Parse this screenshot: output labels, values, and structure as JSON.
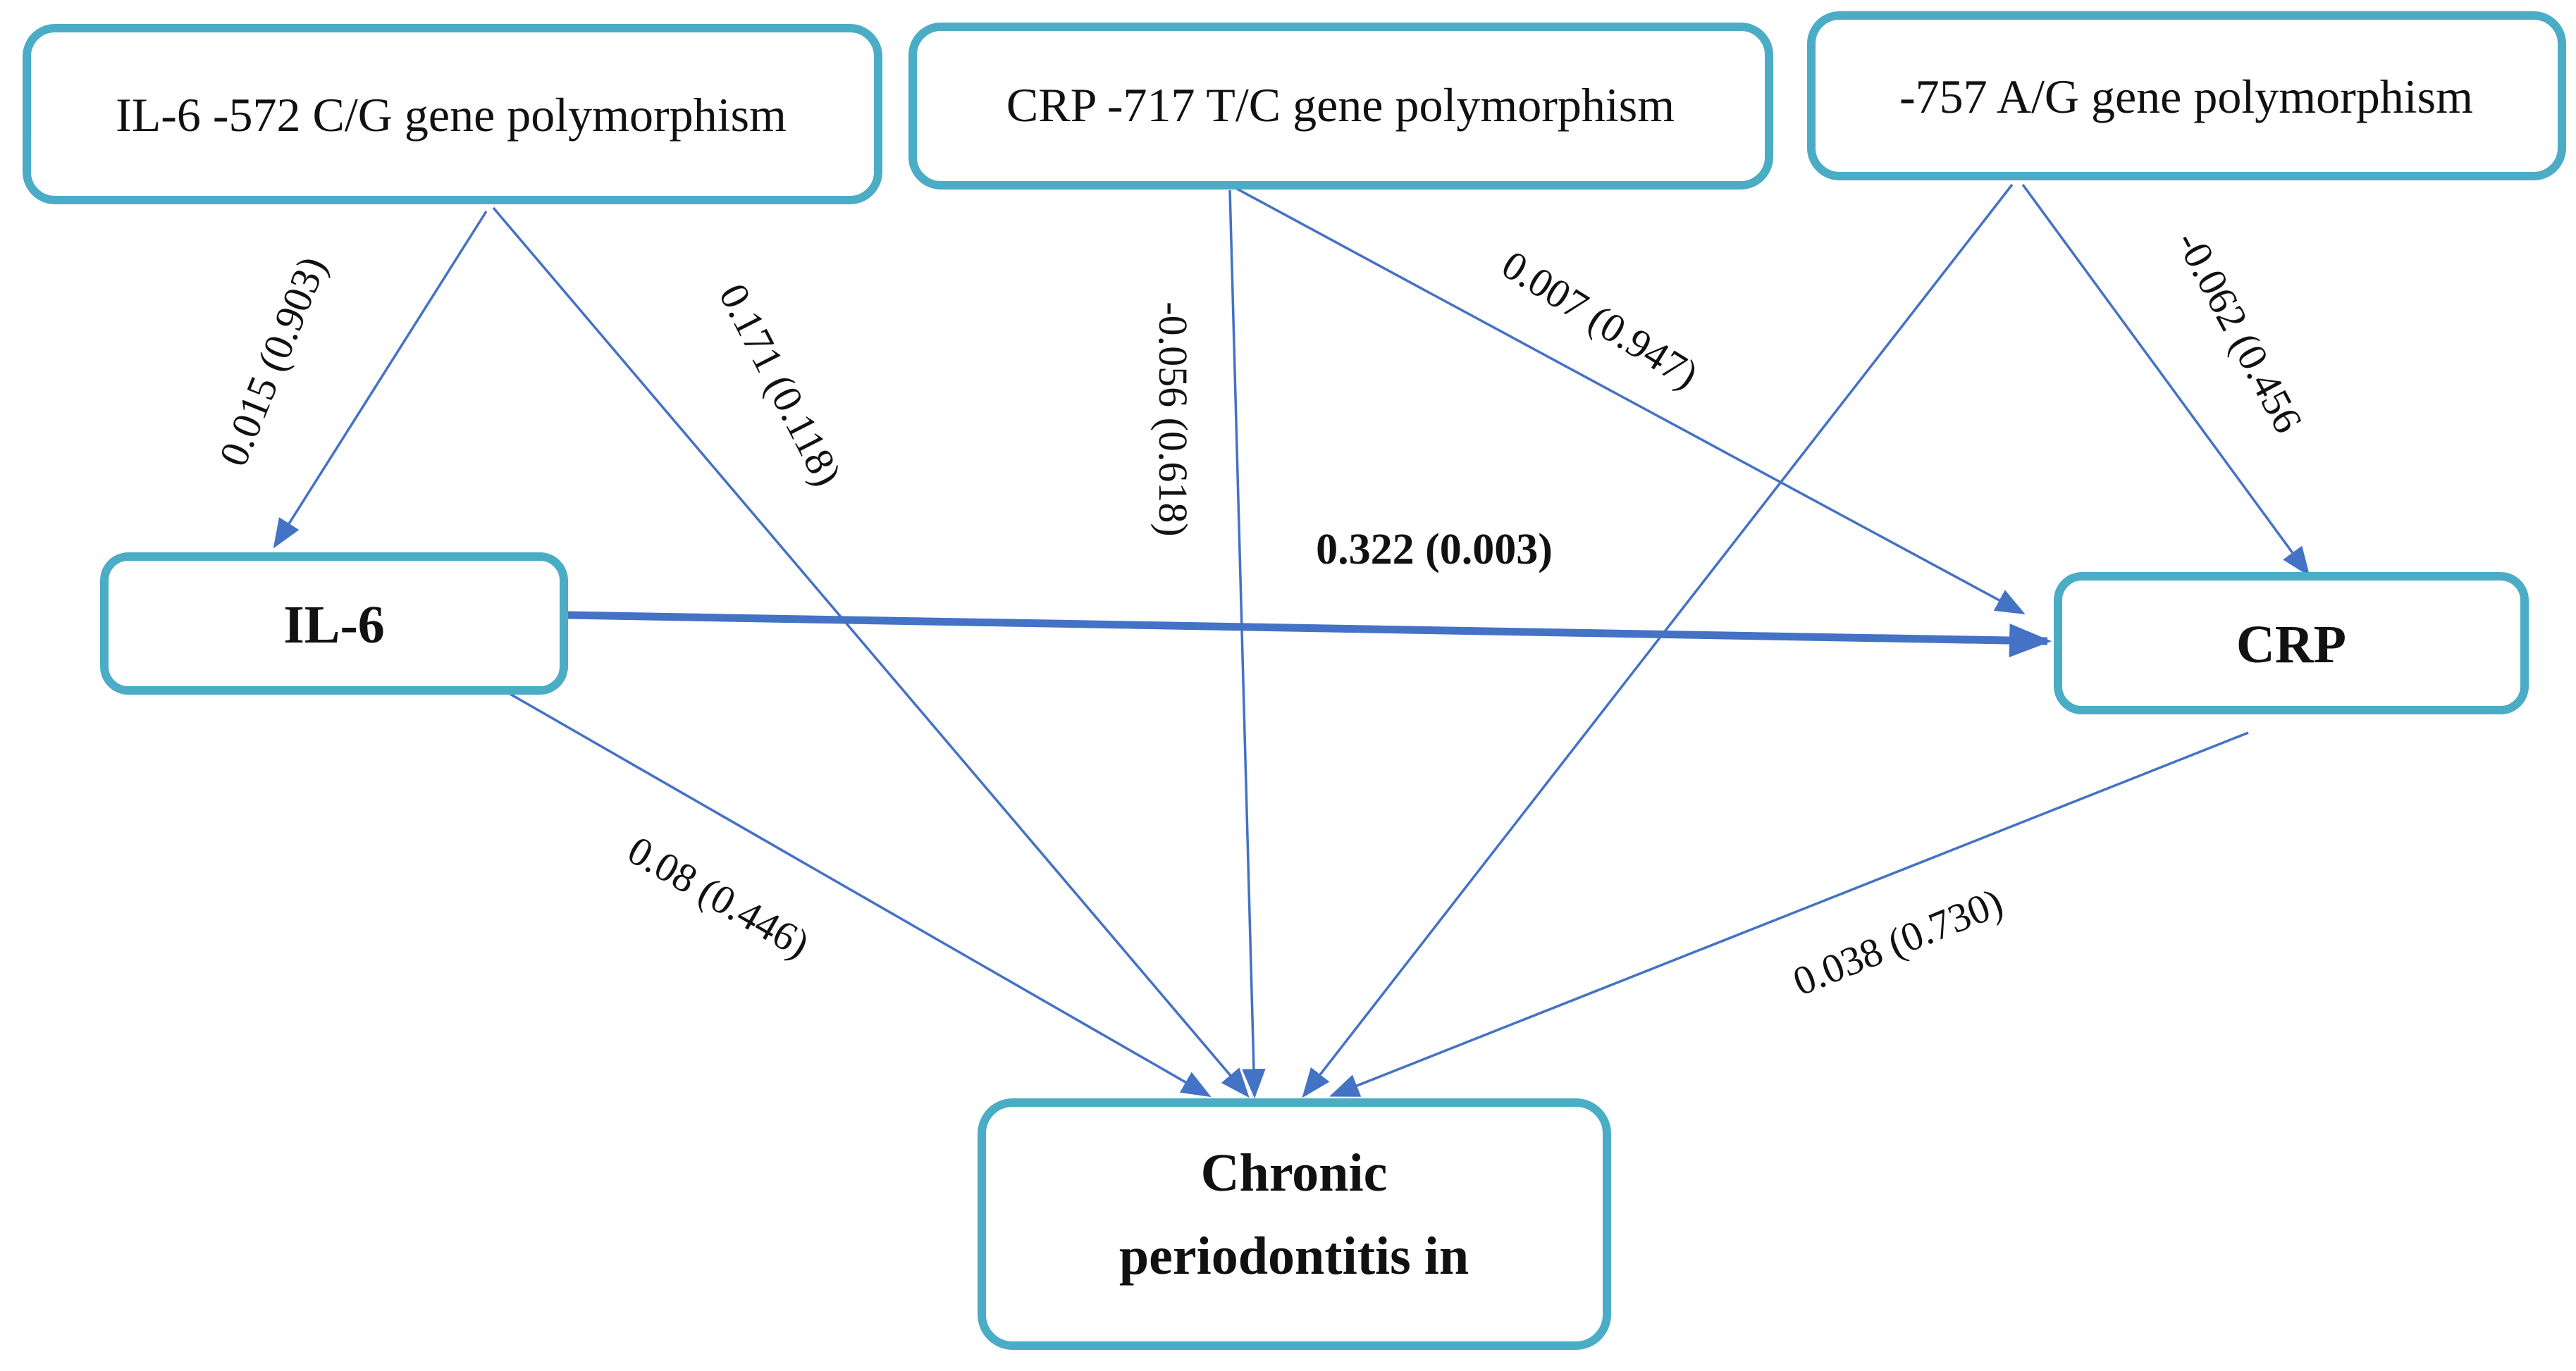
{
  "nodes": {
    "il6_gene": "IL-6 -572 C/G gene polymorphism",
    "crp_gene": "CRP -717 T/C gene polymorphism",
    "ag_gene": "-757 A/G gene polymorphism",
    "il6": "IL-6",
    "crp": "CRP",
    "outcome_line1": "Chronic",
    "outcome_line2": "periodontitis in"
  },
  "edges": {
    "il6gene_to_il6": "0.015 (0.903)",
    "il6gene_to_outcome": "0.171 (0.118)",
    "crpgene_to_outcome": "-0.056 (0.618)",
    "crpgene_to_crp": "0.007 (0.947)",
    "aggene_to_crp": "-0.062 (0.456",
    "il6_to_crp": "0.322 (0.003)",
    "il6_to_outcome": "0.08 (0.446)",
    "crp_to_outcome": "0.038 (0.730)"
  },
  "colors": {
    "box_border": "#4bacc6",
    "arrow": "#4472c4",
    "text": "#111111"
  }
}
